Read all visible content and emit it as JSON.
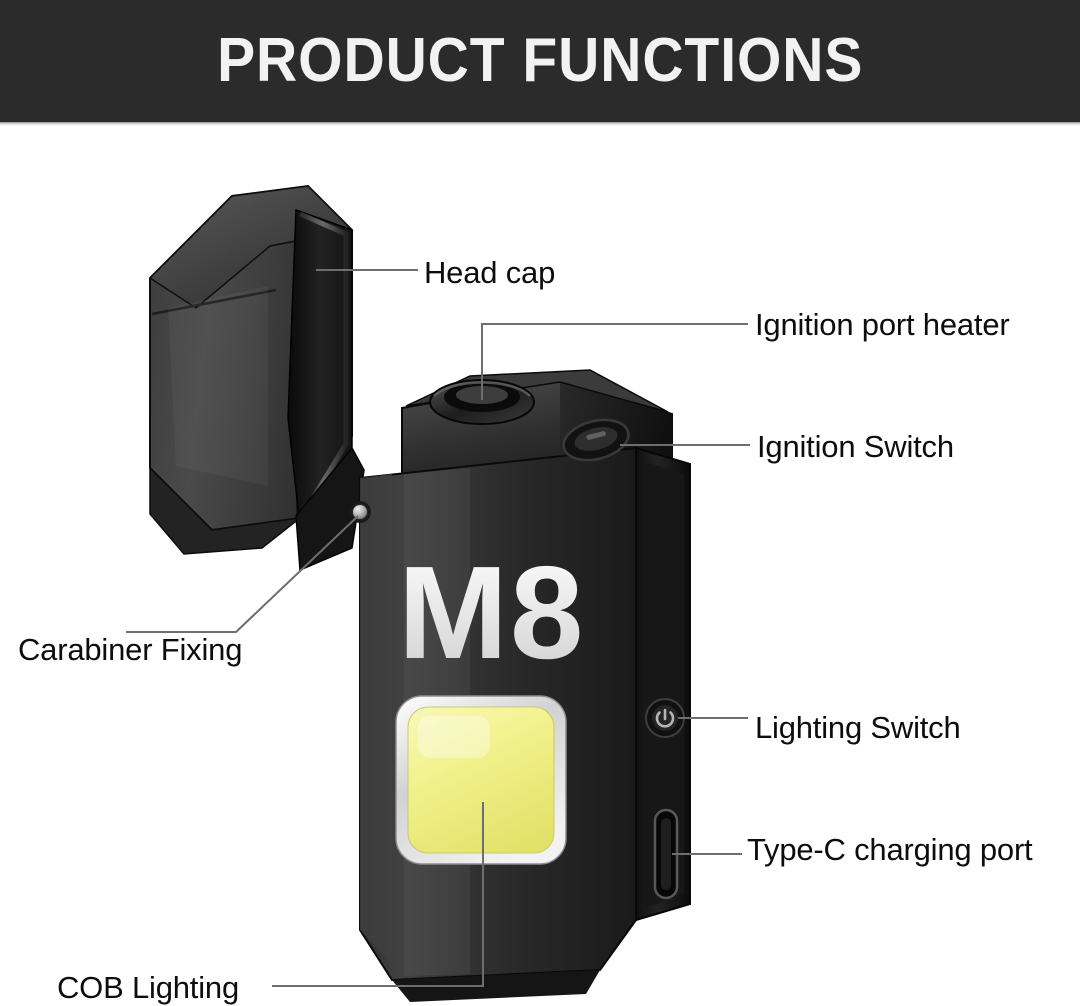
{
  "header": {
    "title": "PRODUCT FUNCTIONS",
    "background_color": "#2b2b2b",
    "text_color": "#f2f2f2"
  },
  "product": {
    "brand_marking": "M8",
    "body_color": "#1b1b1b",
    "body_highlight_color": "#4a4a4a",
    "cob_panel_color": "#eded86",
    "bezel_color": "#e8e8e8",
    "accent_metal_color": "#c9c9c9"
  },
  "callouts": [
    {
      "id": "head-cap",
      "label": "Head cap",
      "icon": "flip-lid-icon",
      "side": "right"
    },
    {
      "id": "ignition-port-heater",
      "label": "Ignition port heater",
      "icon": "ignition-coil-icon",
      "side": "right"
    },
    {
      "id": "ignition-switch",
      "label": "Ignition Switch",
      "icon": "oval-button-icon",
      "side": "right"
    },
    {
      "id": "lighting-switch",
      "label": "Lighting Switch",
      "icon": "power-button-icon",
      "side": "right"
    },
    {
      "id": "type-c-charging-port",
      "label": "Type-C charging port",
      "icon": "usb-c-port-icon",
      "side": "right"
    },
    {
      "id": "carabiner-fixing",
      "label": "Carabiner Fixing",
      "icon": "hinge-pin-icon",
      "side": "left"
    },
    {
      "id": "cob-lighting",
      "label": "COB Lighting",
      "icon": "cob-panel-icon",
      "side": "bottom-left"
    }
  ],
  "leader_line_color": "#6e6e6e"
}
